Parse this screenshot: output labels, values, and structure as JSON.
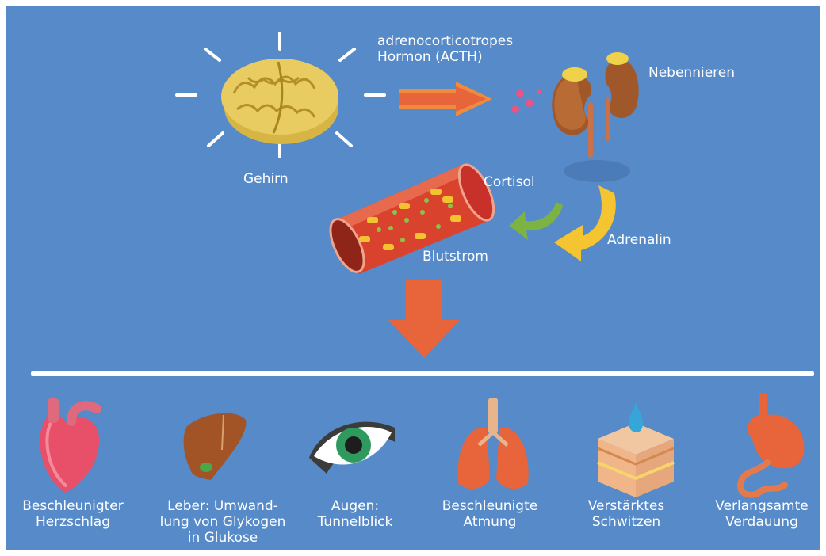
{
  "top": {
    "brain_label": "Gehirn",
    "hormone_label": "adrenocorticotropes\nHormon (ACTH)",
    "adrenal_label": "Nebennieren",
    "cortisol_label": "Cortisol",
    "adrenalin_label": "Adrenalin",
    "blood_label": "Blutstrom"
  },
  "effects": [
    {
      "icon": "heart-icon",
      "label": "Beschleunigter\nHerzschlag"
    },
    {
      "icon": "liver-icon",
      "label": "Leber: Umwand-\nlung von Glykogen\nin Glukose"
    },
    {
      "icon": "eye-icon",
      "label": "Augen:\nTunnelblick"
    },
    {
      "icon": "lungs-icon",
      "label": "Beschleunigte\nAtmung"
    },
    {
      "icon": "skin-sweat-icon",
      "label": "Verstärktes\nSchwitzen"
    },
    {
      "icon": "stomach-icon",
      "label": "Verlangsamte\nVerdauung"
    }
  ],
  "colors": {
    "background": "#568ac9",
    "arrow_orange": "#e8643a",
    "cortisol_green": "#7cb342",
    "adrenalin_yellow": "#f5c431"
  }
}
